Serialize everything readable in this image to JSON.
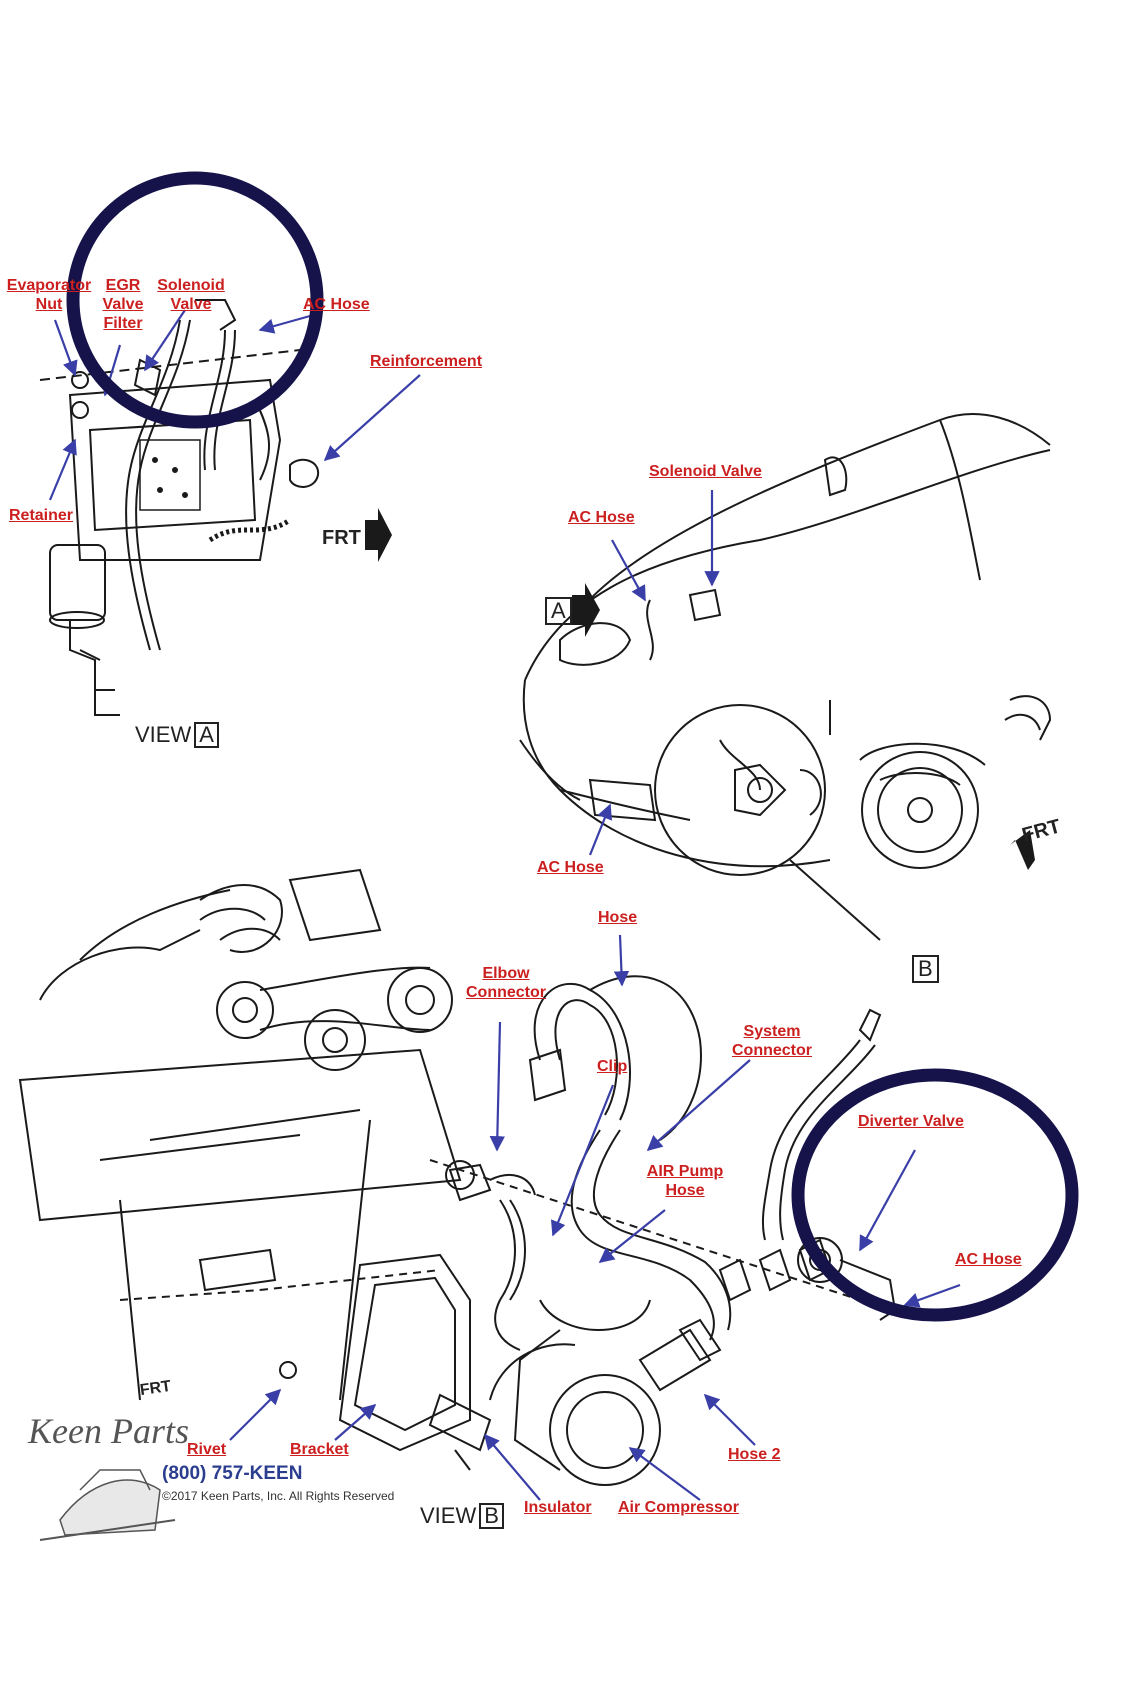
{
  "labels": {
    "evaporator_nut": "Evaporator Nut",
    "egr_valve_filter": "EGR Valve Filter",
    "solenoid_valve_a": "Solenoid Valve",
    "ac_hose_a": "AC Hose",
    "reinforcement": "Reinforcement",
    "retainer": "Retainer",
    "solenoid_valve": "Solenoid Valve",
    "ac_hose_car_top": "AC Hose",
    "ac_hose_car_bottom": "AC Hose",
    "hose": "Hose",
    "elbow_connector": "Elbow Connector",
    "clip": "Clip",
    "system_connector": "System Connector",
    "diverter_valve": "Diverter Valve",
    "air_pump_hose": "AIR Pump Hose",
    "ac_hose_b": "AC Hose",
    "rivet": "Rivet",
    "bracket": "Bracket",
    "hose_2": "Hose 2",
    "insulator": "Insulator",
    "air_compressor": "Air Compressor"
  },
  "views": {
    "view_word": "VIEW",
    "a_letter": "A",
    "b_letter": "B"
  },
  "frt": "FRT",
  "brand": {
    "name": "Keen Parts",
    "phone": "(800) 757-KEEN",
    "copyright": "©2017 Keen Parts, Inc. All Rights Reserved"
  },
  "colors": {
    "label_red": "#cc1f1f",
    "arrow_blue": "#3a3fa8",
    "highlight_circle": "#15134a",
    "line_art": "#1a1a1a"
  }
}
